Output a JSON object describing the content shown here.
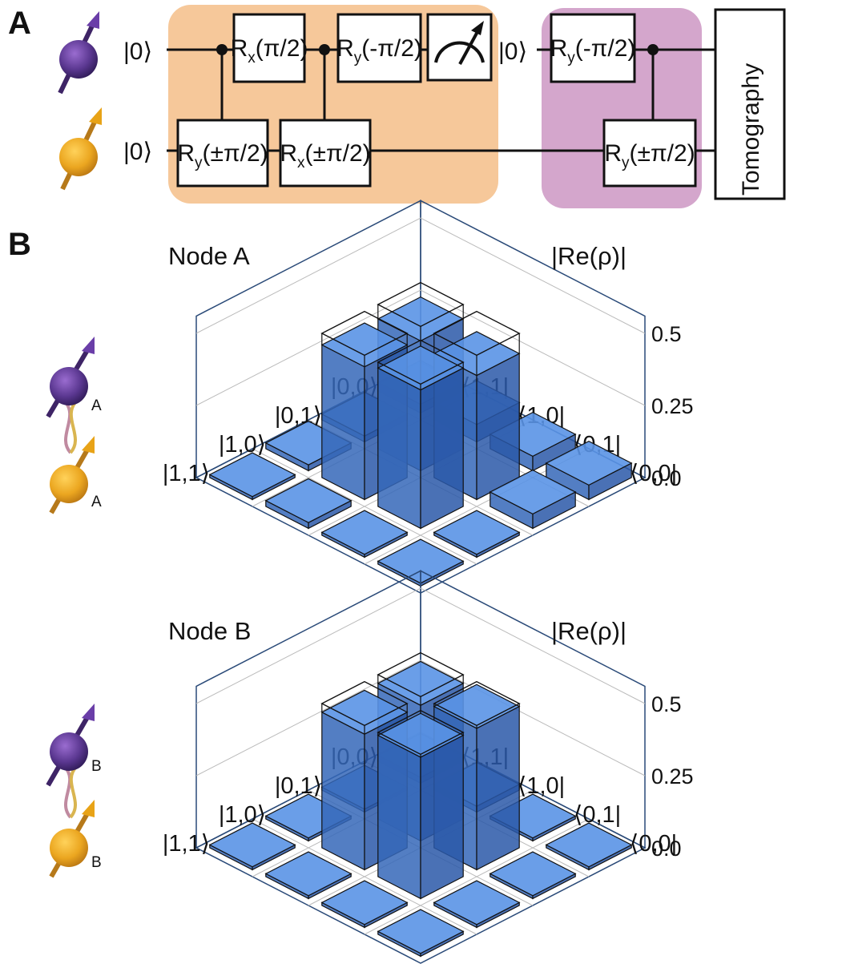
{
  "panel_a": {
    "letter": "A",
    "ket_top": "|0⟩",
    "ket_bottom": "|0⟩",
    "ket_mid": "|0⟩",
    "gates": [
      {
        "main": "R",
        "sub": "x",
        "arg": "(π/2)"
      },
      {
        "main": "R",
        "sub": "y",
        "arg": "(-π/2)"
      },
      {
        "main": "R",
        "sub": "y",
        "arg": "(±π/2)"
      },
      {
        "main": "R",
        "sub": "x",
        "arg": "(±π/2)"
      },
      {
        "main": "R",
        "sub": "y",
        "arg": "(-π/2)"
      },
      {
        "main": "R",
        "sub": "y",
        "arg": "(±π/2)"
      }
    ],
    "tomography": "Tomography",
    "colors": {
      "orange_box": "#f6c89a",
      "purple_box": "#d4a6cc",
      "purple_spin": "#4b2d7a",
      "orange_spin": "#e8a317"
    }
  },
  "panel_b": {
    "letter": "B",
    "spin_label_a": "A",
    "spin_label_b": "B"
  },
  "chart_data": [
    {
      "type": "bar3d",
      "title": "Node A",
      "zlabel": "|Re(ρ)|",
      "row_labels": [
        "|0,0⟩",
        "|0,1⟩",
        "|1,0⟩",
        "|1,1⟩"
      ],
      "col_labels": [
        "⟨0,0|",
        "⟨0,1|",
        "⟨1,0|",
        "⟨1,1|"
      ],
      "z_ticks": [
        "0.0",
        "0.25",
        "0.5"
      ],
      "zlim": [
        0,
        0.5
      ],
      "bar_color": "#3a78d6",
      "measured": [
        [
          0.05,
          0.05,
          0.06,
          0.03
        ],
        [
          0.05,
          0.43,
          0.45,
          0.02
        ],
        [
          0.01,
          0.48,
          0.46,
          0.02
        ],
        [
          0.01,
          0.01,
          0.02,
          0.01
        ]
      ],
      "ideal": [
        [
          0,
          0,
          0,
          0
        ],
        [
          0,
          0.5,
          0.5,
          0
        ],
        [
          0,
          0.5,
          0.5,
          0
        ],
        [
          0,
          0,
          0,
          0
        ]
      ]
    },
    {
      "type": "bar3d",
      "title": "Node B",
      "zlabel": "|Re(ρ)|",
      "row_labels": [
        "|0,0⟩",
        "|0,1⟩",
        "|1,0⟩",
        "|1,1⟩"
      ],
      "col_labels": [
        "⟨0,0|",
        "⟨0,1|",
        "⟨1,0|",
        "⟨1,1|"
      ],
      "z_ticks": [
        "0.0",
        "0.25",
        "0.5"
      ],
      "zlim": [
        0,
        0.5
      ],
      "bar_color": "#3a78d6",
      "measured": [
        [
          0.01,
          0.01,
          0.02,
          0.02
        ],
        [
          0.01,
          0.49,
          0.47,
          0.01
        ],
        [
          0.01,
          0.49,
          0.47,
          0.01
        ],
        [
          0.01,
          0.01,
          0.01,
          0.01
        ]
      ],
      "ideal": [
        [
          0,
          0,
          0,
          0
        ],
        [
          0,
          0.5,
          0.5,
          0
        ],
        [
          0,
          0.5,
          0.5,
          0
        ],
        [
          0,
          0,
          0,
          0
        ]
      ]
    }
  ]
}
